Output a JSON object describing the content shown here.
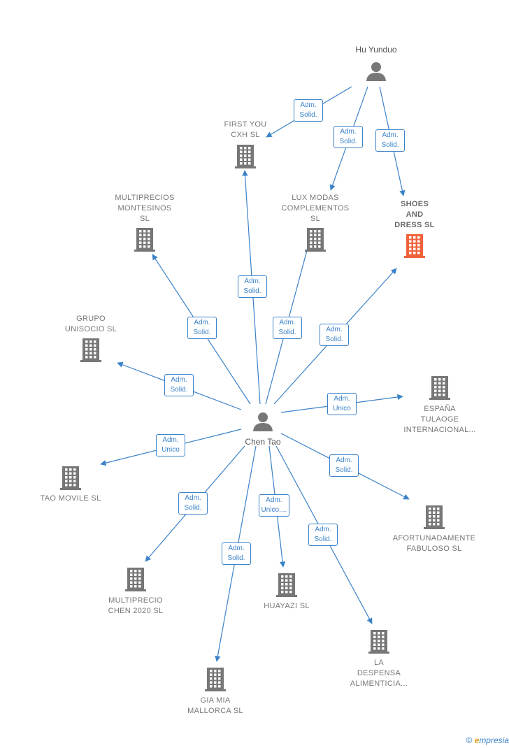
{
  "persons": [
    {
      "id": "hu",
      "name": "Hu Yunduo"
    },
    {
      "id": "chen",
      "name": "Chen Tao"
    }
  ],
  "companies": [
    {
      "id": "firstyou",
      "name": "FIRST YOU\nCXH SL",
      "highlight": false
    },
    {
      "id": "luxmodas",
      "name": "LUX MODAS\nCOMPLEMENTOS\nSL",
      "highlight": false
    },
    {
      "id": "shoes",
      "name": "SHOES\nAND\nDRESS SL",
      "highlight": true,
      "color": "#f0643c"
    },
    {
      "id": "multimont",
      "name": "MULTIPRECIOS\nMONTESINOS\nSL",
      "highlight": false
    },
    {
      "id": "unisocio",
      "name": "GRUPO\nUNISOCIO SL",
      "highlight": false
    },
    {
      "id": "espana",
      "name": "ESPAÑA\nTULAOGE\nINTERNACIONAL...",
      "highlight": false
    },
    {
      "id": "taomovile",
      "name": "TAO MOVILE SL",
      "highlight": false
    },
    {
      "id": "afortun",
      "name": "AFORTUNADAMENTE\nFABULOSO SL",
      "highlight": false
    },
    {
      "id": "multichen",
      "name": "MULTIPRECIO\nCHEN 2020 SL",
      "highlight": false
    },
    {
      "id": "huayazi",
      "name": "HUAYAZI SL",
      "highlight": false
    },
    {
      "id": "ladespensa",
      "name": "LA\nDESPENSA\nALIMENTICIA...",
      "highlight": false
    },
    {
      "id": "giamia",
      "name": "GIA MIA\nMALLORCA SL",
      "highlight": false
    }
  ],
  "edges": [
    {
      "from": "hu",
      "to": "firstyou",
      "label": "Adm.\nSolid."
    },
    {
      "from": "hu",
      "to": "luxmodas",
      "label": "Adm.\nSolid."
    },
    {
      "from": "hu",
      "to": "shoes",
      "label": "Adm.\nSolid."
    },
    {
      "from": "chen",
      "to": "firstyou",
      "label": "Adm.\nSolid."
    },
    {
      "from": "chen",
      "to": "multimont",
      "label": "Adm.\nSolid."
    },
    {
      "from": "chen",
      "to": "luxmodas",
      "label": "Adm.\nSolid."
    },
    {
      "from": "chen",
      "to": "shoes",
      "label": "Adm.\nSolid."
    },
    {
      "from": "chen",
      "to": "unisocio",
      "label": "Adm.\nSolid."
    },
    {
      "from": "chen",
      "to": "espana",
      "label": "Adm.\nUnico"
    },
    {
      "from": "chen",
      "to": "taomovile",
      "label": "Adm.\nUnico"
    },
    {
      "from": "chen",
      "to": "afortun",
      "label": "Adm.\nSolid."
    },
    {
      "from": "chen",
      "to": "multichen",
      "label": "Adm.\nSolid."
    },
    {
      "from": "chen",
      "to": "huayazi",
      "label": "Adm.\nUnico,..."
    },
    {
      "from": "chen",
      "to": "ladespensa",
      "label": "Adm.\nSolid."
    },
    {
      "from": "chen",
      "to": "giamia",
      "label": "Adm.\nSolid."
    }
  ],
  "colors": {
    "edge": "#3b82c8",
    "icon": "#777777",
    "highlight": "#f0643c"
  },
  "footer": {
    "copyright": "©",
    "brand_e": "e",
    "brand_rest": "mpresia"
  }
}
